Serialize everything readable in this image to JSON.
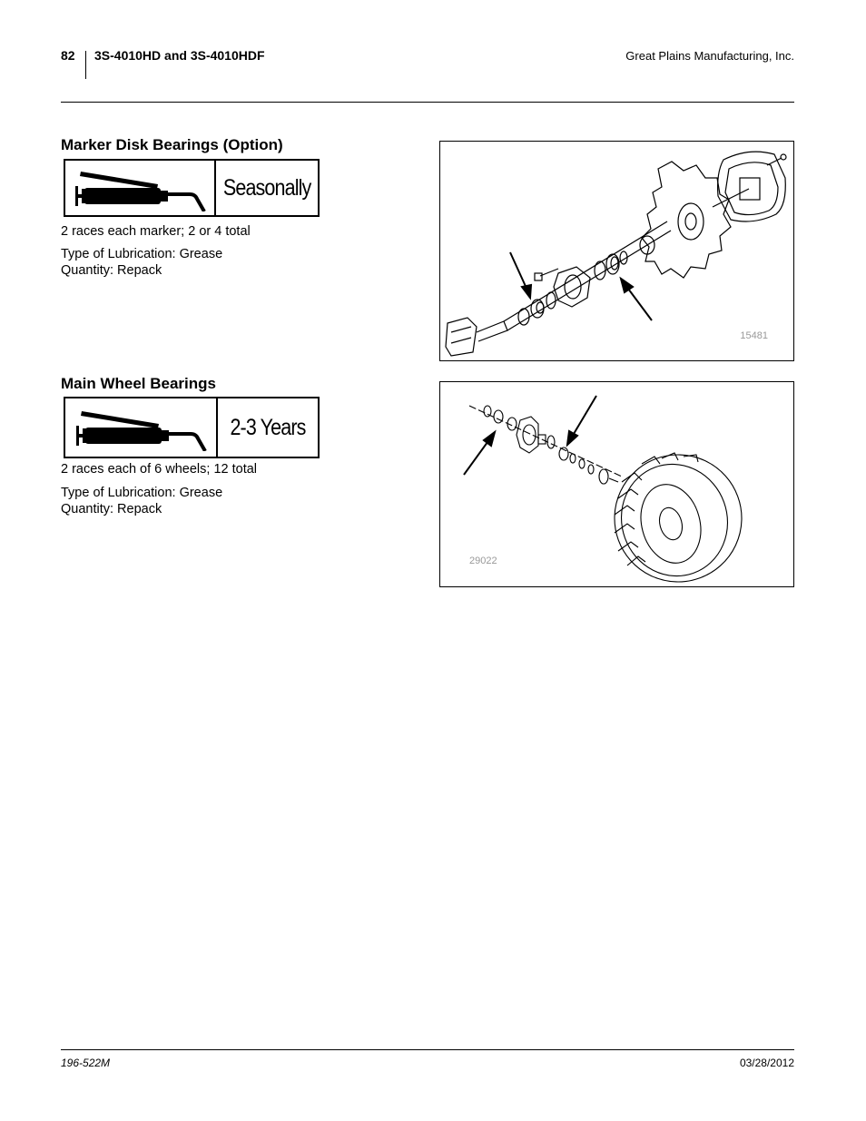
{
  "header": {
    "page_number": "82",
    "document_title": "3S-4010HD and 3S-4010HDF",
    "company": "Great Plains Manufacturing, Inc."
  },
  "sections": [
    {
      "title": "Marker Disk Bearings (Option)",
      "interval": "Seasonally",
      "icon": "grease-gun-icon",
      "note": "2 races each marker; 2 or 4 total",
      "lube_type": "Type of Lubrication: Grease",
      "quantity": "Quantity: Repack",
      "figure_number": "15481"
    },
    {
      "title": "Main Wheel Bearings",
      "interval": "2-3 Years",
      "icon": "grease-gun-icon",
      "note": "2 races each of 6 wheels; 12 total",
      "lube_type": "Type of Lubrication: Grease",
      "quantity": "Quantity: Repack",
      "figure_number": "29022"
    }
  ],
  "footer": {
    "part_number": "196-522M",
    "date": "03/28/2012"
  }
}
